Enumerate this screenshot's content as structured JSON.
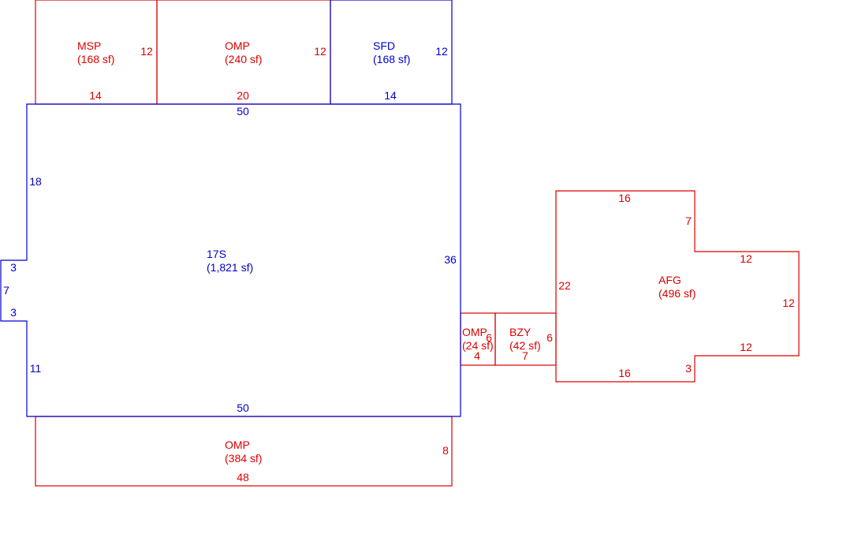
{
  "colors": {
    "main": "#0000cc",
    "addition": "#dd0000",
    "background": "#ffffff"
  },
  "areas": {
    "msp": {
      "name": "MSP",
      "area": "(168 sf)"
    },
    "omp_top": {
      "name": "OMP",
      "area": "(240 sf)"
    },
    "sfd": {
      "name": "SFD",
      "area": "(168 sf)"
    },
    "main": {
      "name": "17S",
      "area": "(1,821 sf)"
    },
    "omp_bottom": {
      "name": "OMP",
      "area": "(384 sf)"
    },
    "omp_small": {
      "name": "OMP",
      "area": "(24 sf)"
    },
    "bzy": {
      "name": "BZY",
      "area": "(42 sf)"
    },
    "afg": {
      "name": "AFG",
      "area": "(496 sf)"
    }
  },
  "dimensions": {
    "msp_side": "12",
    "msp_width": "14",
    "omp_top_side": "12",
    "omp_top_width": "20",
    "sfd_side": "12",
    "sfd_width": "14",
    "main_top": "50",
    "main_bottom": "50",
    "main_left_upper": "18",
    "main_left_lower": "11",
    "main_notch_top": "3",
    "main_notch_depth": "7",
    "main_notch_bottom": "3",
    "main_right": "36",
    "omp_bottom_side": "8",
    "omp_bottom_width": "48",
    "omp_small_side": "6",
    "omp_small_width": "4",
    "bzy_side": "6",
    "bzy_width": "7",
    "afg_top": "16",
    "afg_upper_right": "7",
    "afg_step_top": "12",
    "afg_right": "12",
    "afg_step_bottom": "12",
    "afg_lower_right": "3",
    "afg_bottom": "16",
    "afg_left": "22"
  }
}
